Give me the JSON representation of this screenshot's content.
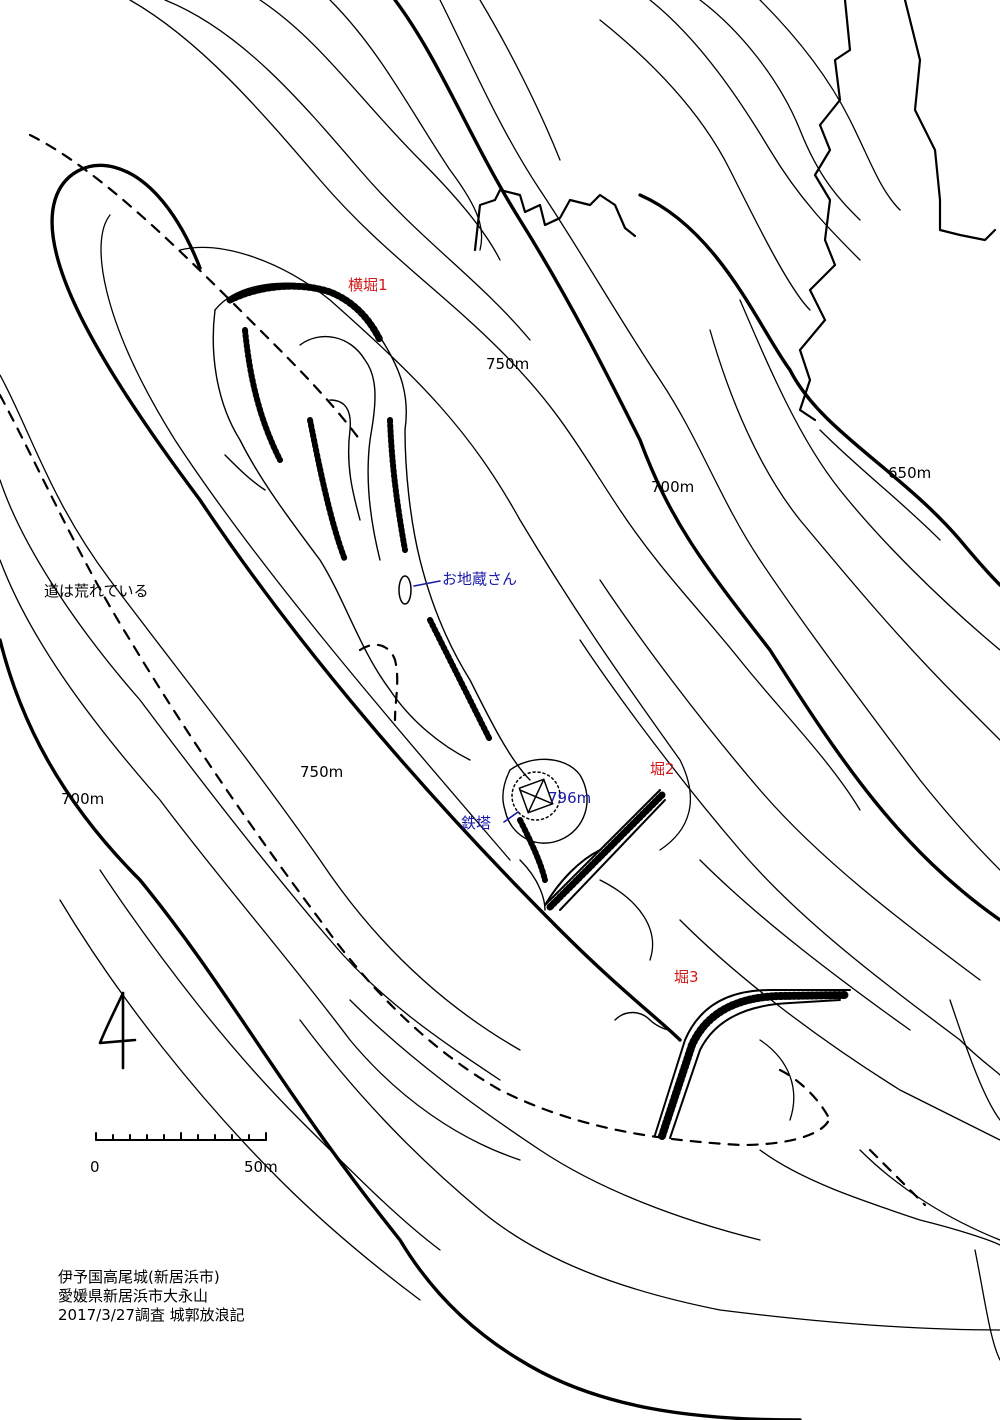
{
  "colors": {
    "feature_label": "#d01818",
    "poi_label": "#1a1aa8",
    "line": "#000000"
  },
  "labels": {
    "yokobori1": "横堀1",
    "hori2": "堀2",
    "hori3": "堀3",
    "jizo": "お地蔵さん",
    "tetto": "鉄塔",
    "summit": "796m",
    "road_note": "道は荒れている",
    "c750_top": "750m",
    "c700_right": "700m",
    "c650": "650m",
    "c750_left": "750m",
    "c700_left": "700m"
  },
  "scale_bar": {
    "start_label": "0",
    "end_label": "50m"
  },
  "north_symbol": "north-arrow",
  "title": {
    "line1": "伊予国高尾城(新居浜市)",
    "line2": "愛媛県新居浜市大永山",
    "line3": "2017/3/27調査 城郭放浪記"
  }
}
